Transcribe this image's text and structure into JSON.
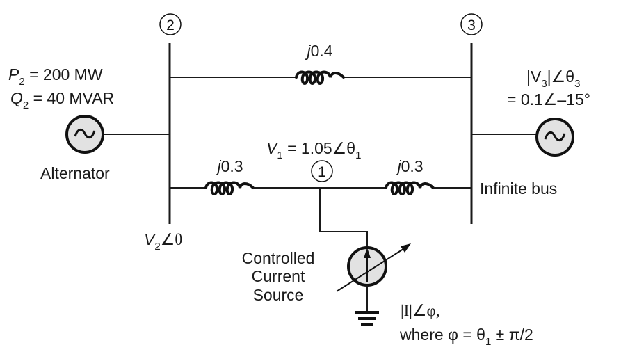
{
  "nodes": {
    "n1": "1",
    "n2": "2",
    "n3": "3"
  },
  "impedances": {
    "line_2_3": "j0.4",
    "line_2_1": "j0.3",
    "line_1_3": "j0.3"
  },
  "bus2": {
    "p_symbol": "P",
    "p_sub": "2",
    "p_value": "= 200 MW",
    "q_symbol": "Q",
    "q_sub": "2",
    "q_value": "= 40 MVAR",
    "generator_label": "Alternator",
    "voltage_symbol": "V",
    "voltage_sub": "2",
    "voltage_angle": "∠θ"
  },
  "bus1": {
    "voltage_symbol": "V",
    "voltage_sub": "1",
    "voltage_value": "= 1.05∠θ",
    "voltage_angle_sub": "1"
  },
  "bus3": {
    "voltage_line1_prefix": "|V",
    "voltage_line1_sub": "3",
    "voltage_line1_mid": "|∠θ",
    "voltage_line1_sub2": "3",
    "voltage_line2": "= 0.1∠–15°",
    "label": "Infinite bus"
  },
  "current_source": {
    "label_line1": "Controlled",
    "label_line2": "Current",
    "label_line3": "Source",
    "magnitude_expr": "|I|∠φ,",
    "where_prefix": "where φ = θ",
    "where_sub": "1",
    "where_suffix": " ± π/2"
  },
  "icons": {
    "alternator": "ac-source-icon",
    "infinite_bus_source": "ac-source-icon",
    "current_source": "variable-current-source-icon",
    "ground": "ground-icon",
    "inductor": "inductor-icon"
  }
}
